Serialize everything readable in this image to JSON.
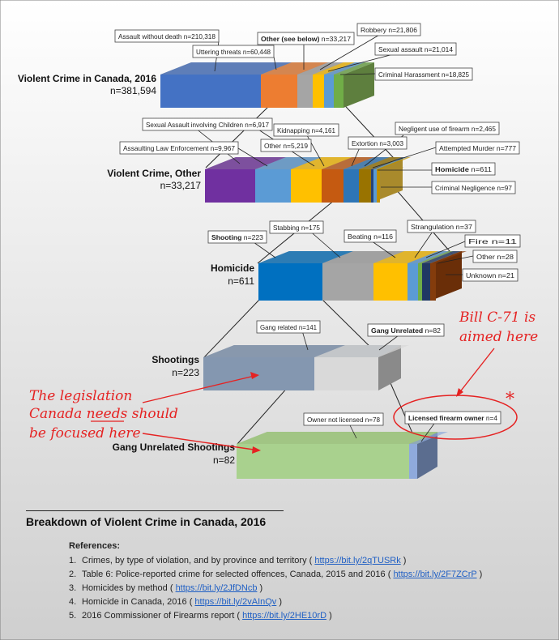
{
  "colors": {
    "page_bg_top": "#ffffff",
    "page_bg_bottom": "#cfcfcf",
    "annotation_red": "#e52222",
    "link_blue": "#1f5fc4"
  },
  "tiers": [
    {
      "id": "violent",
      "title": "Violent Crime in Canada, 2016",
      "total": "n=381,594",
      "segments": [
        {
          "label": "Assault without death n=210,318",
          "color": "#4472c4"
        },
        {
          "label": "Uttering threats n=60,448",
          "color": "#ed7d31"
        },
        {
          "label": "Other (see below) n=33,217",
          "color": "#a5a5a5"
        },
        {
          "label": "Robbery n=21,806",
          "color": "#ffc000"
        },
        {
          "label": "Sexual assault n=21,014",
          "color": "#5b9bd5"
        },
        {
          "label": "Criminal Harassment n=18,825",
          "color": "#70ad47"
        }
      ]
    },
    {
      "id": "other",
      "title": "Violent Crime, Other",
      "total": "n=33,217",
      "segments": [
        {
          "label": "Assaulting Law Enforcement n=9,967",
          "color": "#7030a0"
        },
        {
          "label": "Sexual Assault involving Children n=6,917",
          "color": "#5b9bd5"
        },
        {
          "label": "Other n=5,219",
          "color": "#ffc000"
        },
        {
          "label": "Kidnapping n=4,161",
          "color": "#c55a11"
        },
        {
          "label": "Extortion n=3,003",
          "color": "#2e75b6"
        },
        {
          "label": "Negligent use of firearm n=2,465",
          "color": "#997300"
        },
        {
          "label": "Attempted Murder n=777",
          "color": "#264478"
        },
        {
          "label": "Homicide n=611",
          "color": "#5b9bd5"
        },
        {
          "label": "Criminal Negligence n=97",
          "color": "#bf9000"
        }
      ]
    },
    {
      "id": "homicide",
      "title": "Homicide",
      "total": "n=611",
      "segments": [
        {
          "label": "Shooting n=223",
          "color": "#0070c0"
        },
        {
          "label": "Stabbing n=175",
          "color": "#a5a5a5"
        },
        {
          "label": "Beating n=116",
          "color": "#ffc000"
        },
        {
          "label": "Strangulation n=37",
          "color": "#5b9bd5"
        },
        {
          "label": "Fire n=11",
          "color": "#70ad47"
        },
        {
          "label": "Other n=28",
          "color": "#203864"
        },
        {
          "label": "Unknown n=21",
          "color": "#843c0c"
        }
      ]
    },
    {
      "id": "shootings",
      "title": "Shootings",
      "total": "n=223",
      "segments": [
        {
          "label": "Gang related n=141",
          "color": "#8497b0"
        },
        {
          "label": "Gang Unrelated n=82",
          "color": "#d9d9d9"
        }
      ]
    },
    {
      "id": "gang_unrelated",
      "title": "Gang Unrelated Shootings",
      "total": "n=82",
      "segments": [
        {
          "label": "Owner not licensed n=78",
          "color": "#a9d18e"
        },
        {
          "label": "Licensed firearm owner n=4",
          "color": "#8faadc"
        }
      ]
    }
  ],
  "annotations": {
    "left": [
      "The legislation",
      "Canada needs should",
      "be focused here"
    ],
    "left_emphasis": "needs",
    "right": [
      "Bill C-71 is",
      "aimed here"
    ],
    "asterisk": "*"
  },
  "footer": {
    "title": "Breakdown of Violent Crime in Canada, 2016",
    "references_heading": "References:",
    "references": [
      {
        "num": "1.",
        "text": "Crimes, by type of violation, and by province and territory (",
        "link": "https://bit.ly/2qTUSRk",
        "tail": ")"
      },
      {
        "num": "2.",
        "text": "Table 6:  Police-reported crime for selected offences, Canada, 2015 and 2016 (",
        "link": "https://bit.ly/2F7ZCrP",
        "tail": ")"
      },
      {
        "num": "3.",
        "text": "Homicides by method (",
        "link": "https://bit.ly/2JfDNcb",
        "tail": ")"
      },
      {
        "num": "4.",
        "text": "Homicide in Canada, 2016 (",
        "link": "https://bit.ly/2vAInQv",
        "tail": ")"
      },
      {
        "num": "5.",
        "text": "2016 Commissioner of Firearms report (",
        "link": "https://bit.ly/2HE10rD",
        "tail": ")"
      }
    ]
  }
}
